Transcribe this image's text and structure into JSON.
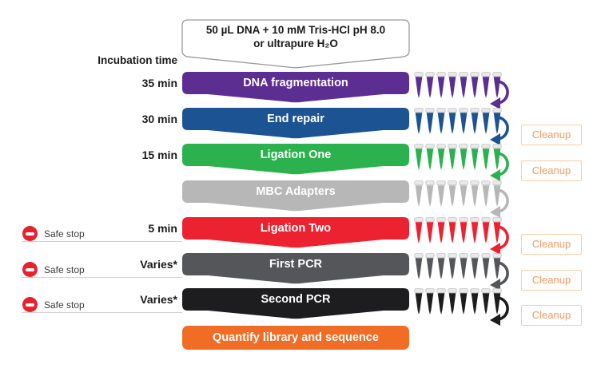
{
  "input_box": {
    "line1": "50 µL DNA + 10 mM Tris-HCl pH 8.0",
    "line2": "or ultrapure H₂O"
  },
  "labels": {
    "incubation_header": "Incubation time",
    "safe_stop": "Safe stop",
    "cleanup": "Cleanup"
  },
  "tube_count": 8,
  "steps": [
    {
      "label": "DNA fragmentation",
      "time": "35 min",
      "color": "#5C2E91",
      "safe_stop": false,
      "cleanup": false
    },
    {
      "label": "End repair",
      "time": "30 min",
      "color": "#1C5392",
      "safe_stop": false,
      "cleanup": true
    },
    {
      "label": "Ligation One",
      "time": "15 min",
      "color": "#2BB14E",
      "safe_stop": false,
      "cleanup": true
    },
    {
      "label": "MBC Adapters",
      "color": "#B7B7B7",
      "safe_stop": false,
      "cleanup": false
    },
    {
      "label": "Ligation Two",
      "time": "5 min",
      "color": "#ED2231",
      "safe_stop": true,
      "cleanup": true
    },
    {
      "label": "First PCR",
      "time": "Varies*",
      "color": "#54565A",
      "safe_stop": true,
      "cleanup": true
    },
    {
      "label": "Second PCR",
      "time": "Varies*",
      "color": "#1D1D1F",
      "safe_stop": true,
      "cleanup": true
    }
  ],
  "final_step": {
    "label": "Quantify library and sequence",
    "color": "#F16C24"
  },
  "style": {
    "safe_stop_red": "#E8222D",
    "cleanup_border": "#F8CFA9",
    "cleanup_text": "#F09A63",
    "box_border": "#999999"
  }
}
